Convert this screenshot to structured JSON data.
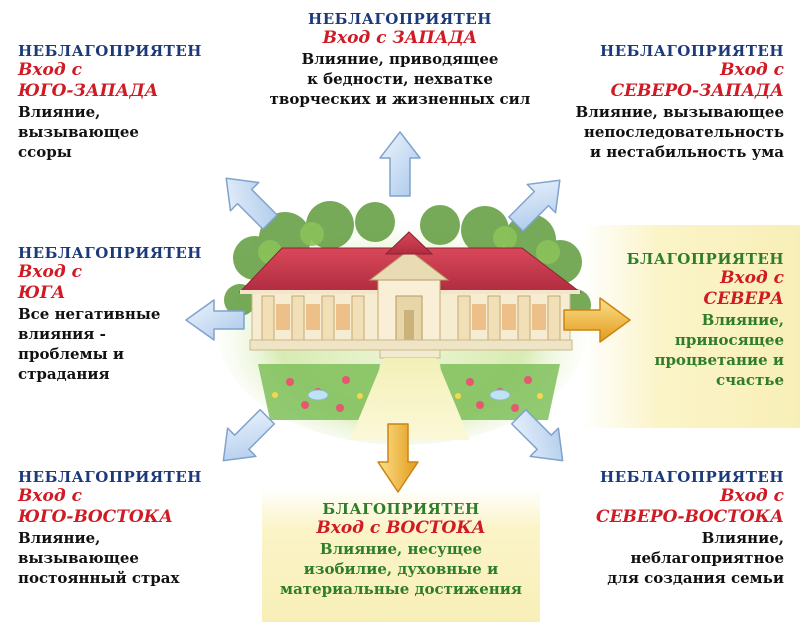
{
  "blocks": {
    "west": {
      "status": "НЕБЛАГОПРИЯТЕН",
      "entry": "Вход с ЗАПАДА",
      "effect": [
        "Влияние, приводящее",
        "к бедности, нехватке",
        "творческих и жизненных сил"
      ]
    },
    "southwest": {
      "status": "НЕБЛАГОПРИЯТЕН",
      "entry_line1": "Вход с",
      "entry_line2": "ЮГО-ЗАПАДА",
      "effect": [
        "Влияние,",
        "вызывающее",
        "ссоры"
      ]
    },
    "northwest": {
      "status": "НЕБЛАГОПРИЯТЕН",
      "entry_line1": "Вход с",
      "entry_line2": "СЕВЕРО-ЗАПАДА",
      "effect": [
        "Влияние, вызывающее",
        "непоследовательность",
        "и нестабильность ума"
      ]
    },
    "south": {
      "status": "НЕБЛАГОПРИЯТЕН",
      "entry_line1": "Вход с",
      "entry_line2": "ЮГА",
      "effect": [
        "Все негативные",
        "влияния -",
        "проблемы и",
        "страдания"
      ]
    },
    "north": {
      "status": "БЛАГОПРИЯТЕН",
      "entry_line1": "Вход с",
      "entry_line2": "СЕВЕРА",
      "effect": [
        "Влияние,",
        "приносящее",
        "процветание и",
        "счастье"
      ]
    },
    "southeast": {
      "status": "НЕБЛАГОПРИЯТЕН",
      "entry_line1": "Вход с",
      "entry_line2": "ЮГО-ВОСТОКА",
      "effect": [
        "Влияние,",
        "вызывающее",
        "постоянный страх"
      ]
    },
    "east": {
      "status": "БЛАГОПРИЯТЕН",
      "entry": "Вход с ВОСТОКА",
      "effect": [
        "Влияние, несущее",
        "изобилие, духовные и",
        "материальные достижения"
      ]
    },
    "northeast": {
      "status": "НЕБЛАГОПРИЯТЕН",
      "entry_line1": "Вход с",
      "entry_line2": "СЕВЕРО-ВОСТОКА",
      "effect": [
        "Влияние,",
        "неблагоприятное",
        "для создания семьи"
      ]
    }
  },
  "colors": {
    "unfavorable_status": "#1c3a7a",
    "favorable_status": "#2f7d2a",
    "entry_text": "#d01a24",
    "unfavorable_arrow": "#b9d3ef",
    "favorable_arrow": "#f0b330",
    "roof": "#c9384a"
  }
}
